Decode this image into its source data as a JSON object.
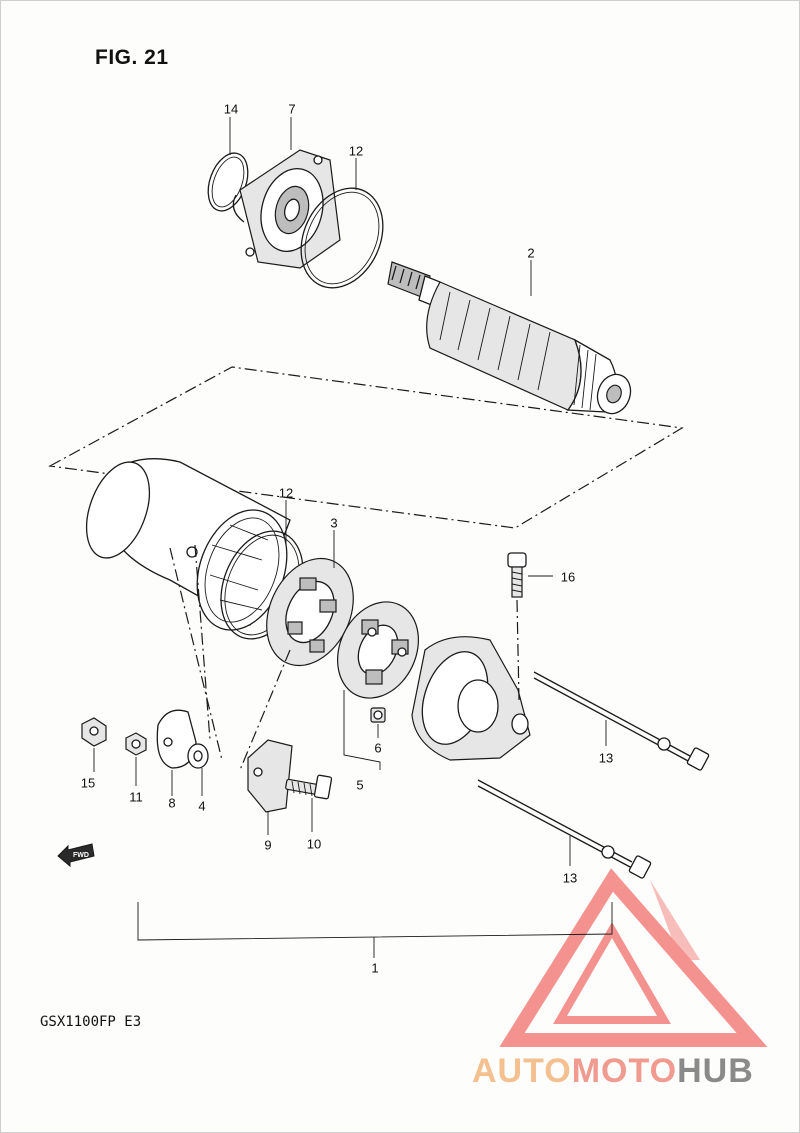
{
  "figure": {
    "title": "FIG. 21",
    "model": "GSX1100FP  E3"
  },
  "callouts": [
    {
      "id": "p14",
      "label": "14"
    },
    {
      "id": "p7",
      "label": "7"
    },
    {
      "id": "p12a",
      "label": "12"
    },
    {
      "id": "p2",
      "label": "2"
    },
    {
      "id": "p12b",
      "label": "12"
    },
    {
      "id": "p3",
      "label": "3"
    },
    {
      "id": "p16",
      "label": "16"
    },
    {
      "id": "p15",
      "label": "15"
    },
    {
      "id": "p11",
      "label": "11"
    },
    {
      "id": "p8",
      "label": "8"
    },
    {
      "id": "p4",
      "label": "4"
    },
    {
      "id": "p6",
      "label": "6"
    },
    {
      "id": "p5",
      "label": "5"
    },
    {
      "id": "p9",
      "label": "9"
    },
    {
      "id": "p10",
      "label": "10"
    },
    {
      "id": "p13a",
      "label": "13"
    },
    {
      "id": "p13b",
      "label": "13"
    },
    {
      "id": "p1",
      "label": "1"
    }
  ],
  "fwd_marker": {
    "label": "FWD"
  },
  "watermark": {
    "part1": "AUTO",
    "part2": "MOTO",
    "part3": "HUB",
    "colors": {
      "auto": "#f4c08f",
      "moto": "#f19a8f",
      "hub": "#8a8a8a",
      "triangle": "#ef5a55"
    }
  }
}
